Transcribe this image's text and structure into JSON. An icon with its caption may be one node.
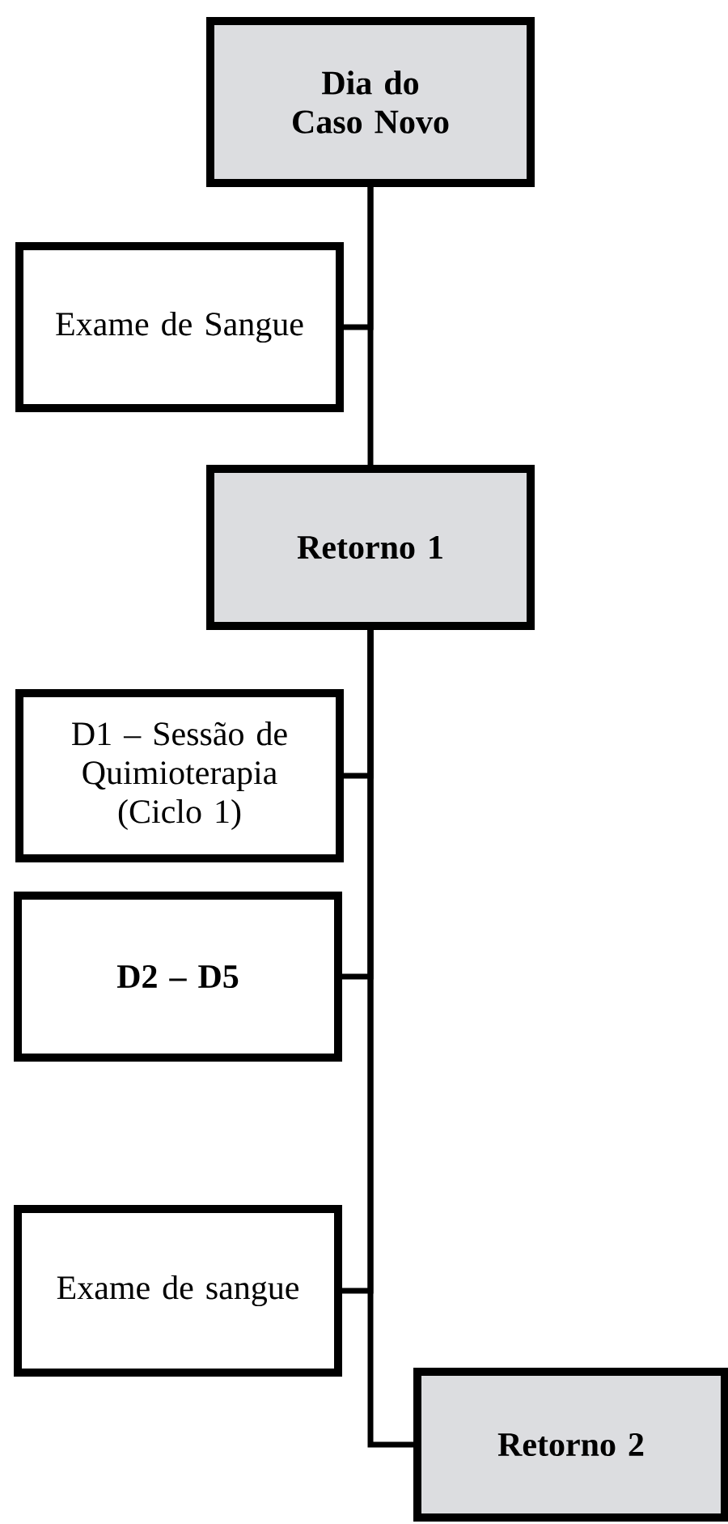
{
  "diagram": {
    "nodes": [
      {
        "text": [
          "Dia do Caso Novo"
        ]
      },
      {
        "text": [
          "Exame de Sangue"
        ]
      },
      {
        "text": [
          "Retorno 1"
        ]
      },
      {
        "text": [
          "D1 – Sessão de Quimioterapia (Ciclo 1)"
        ]
      },
      {
        "text": [
          "D2 – D5"
        ]
      },
      {
        "text": [
          "Exame de sangue"
        ]
      },
      {
        "text": [
          "Retorno 2"
        ]
      }
    ],
    "edges": [
      {
        "from": 0,
        "to": 2,
        "arrow": "none"
      },
      {
        "from": 0,
        "to": 1,
        "arrow": "none"
      },
      {
        "from": 2,
        "to": 3,
        "arrow": "none"
      },
      {
        "from": 2,
        "to": 4,
        "arrow": "none"
      },
      {
        "from": 2,
        "to": 5,
        "arrow": "none"
      },
      {
        "from": 2,
        "to": 6,
        "arrow": "none"
      }
    ]
  }
}
